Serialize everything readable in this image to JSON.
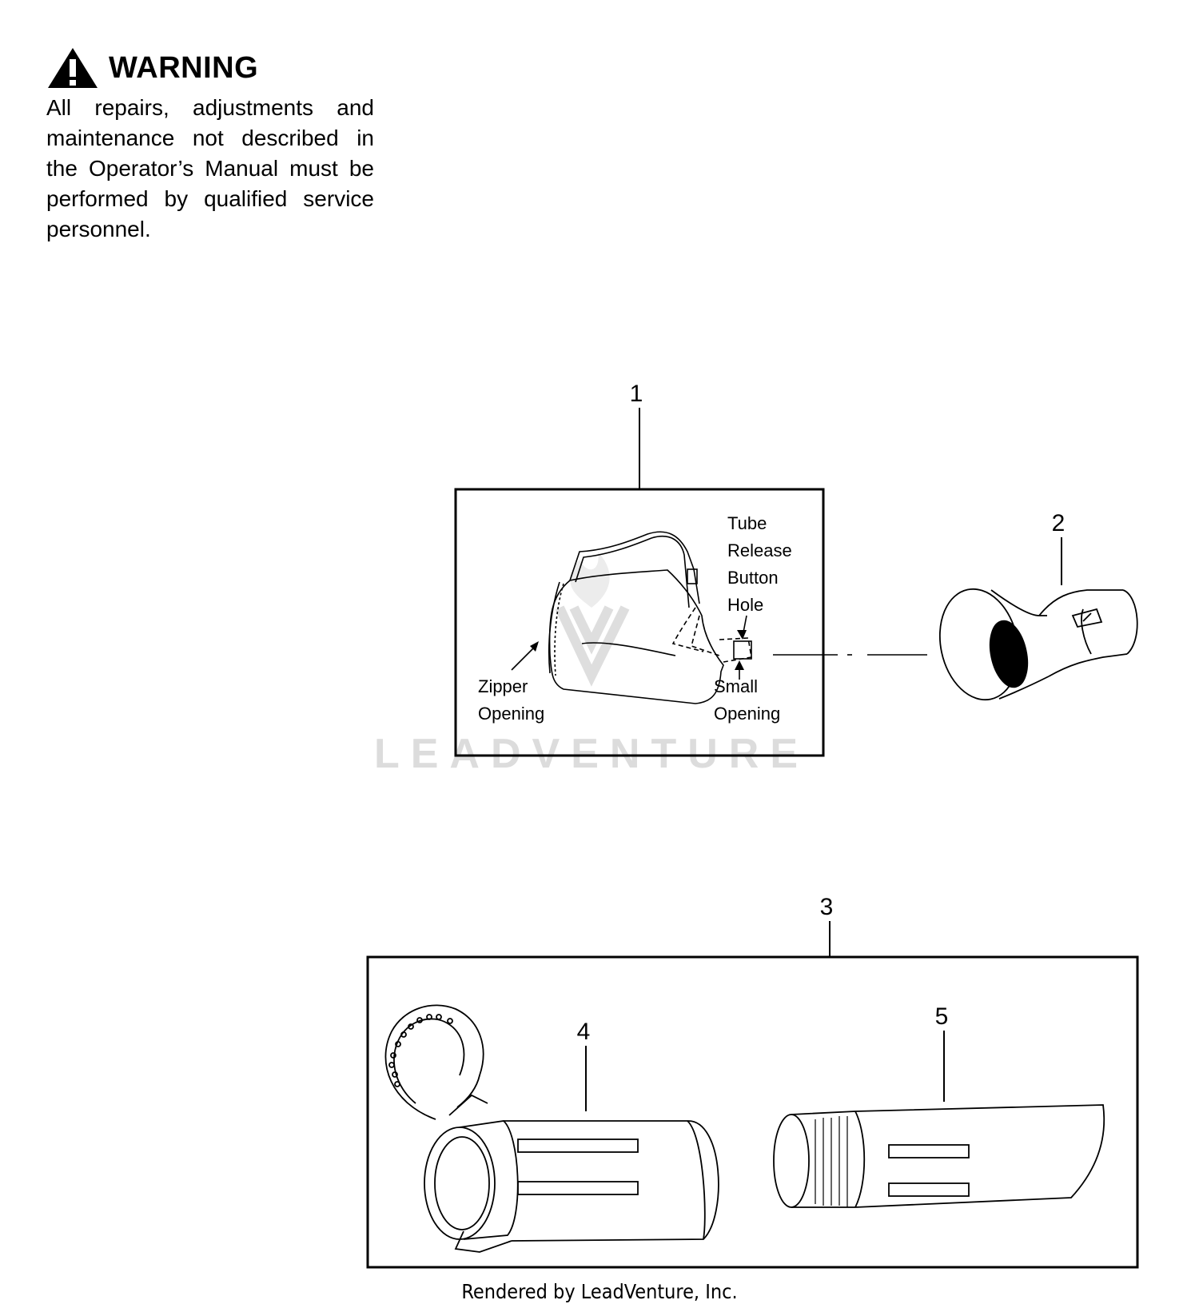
{
  "warning": {
    "title": "WARNING",
    "text": "All repairs, adjustments and maintenance not described in the Operator’s Manual must be performed by qualified service personnel."
  },
  "callouts": {
    "c1": "1",
    "c2": "2",
    "c3": "3",
    "c4": "4",
    "c5": "5"
  },
  "bag_labels": {
    "tube_release_1": "Tube",
    "tube_release_2": "Release",
    "tube_release_3": "Button",
    "tube_release_4": "Hole",
    "zipper_1": "Zipper",
    "zipper_2": "Opening",
    "small_1": "Small",
    "small_2": "Opening"
  },
  "watermark": "LEADVENTURE",
  "footer": "Rendered by LeadVenture, Inc.",
  "colors": {
    "ink": "#000000",
    "watermark": "#d9d9d9",
    "background": "#ffffff"
  }
}
